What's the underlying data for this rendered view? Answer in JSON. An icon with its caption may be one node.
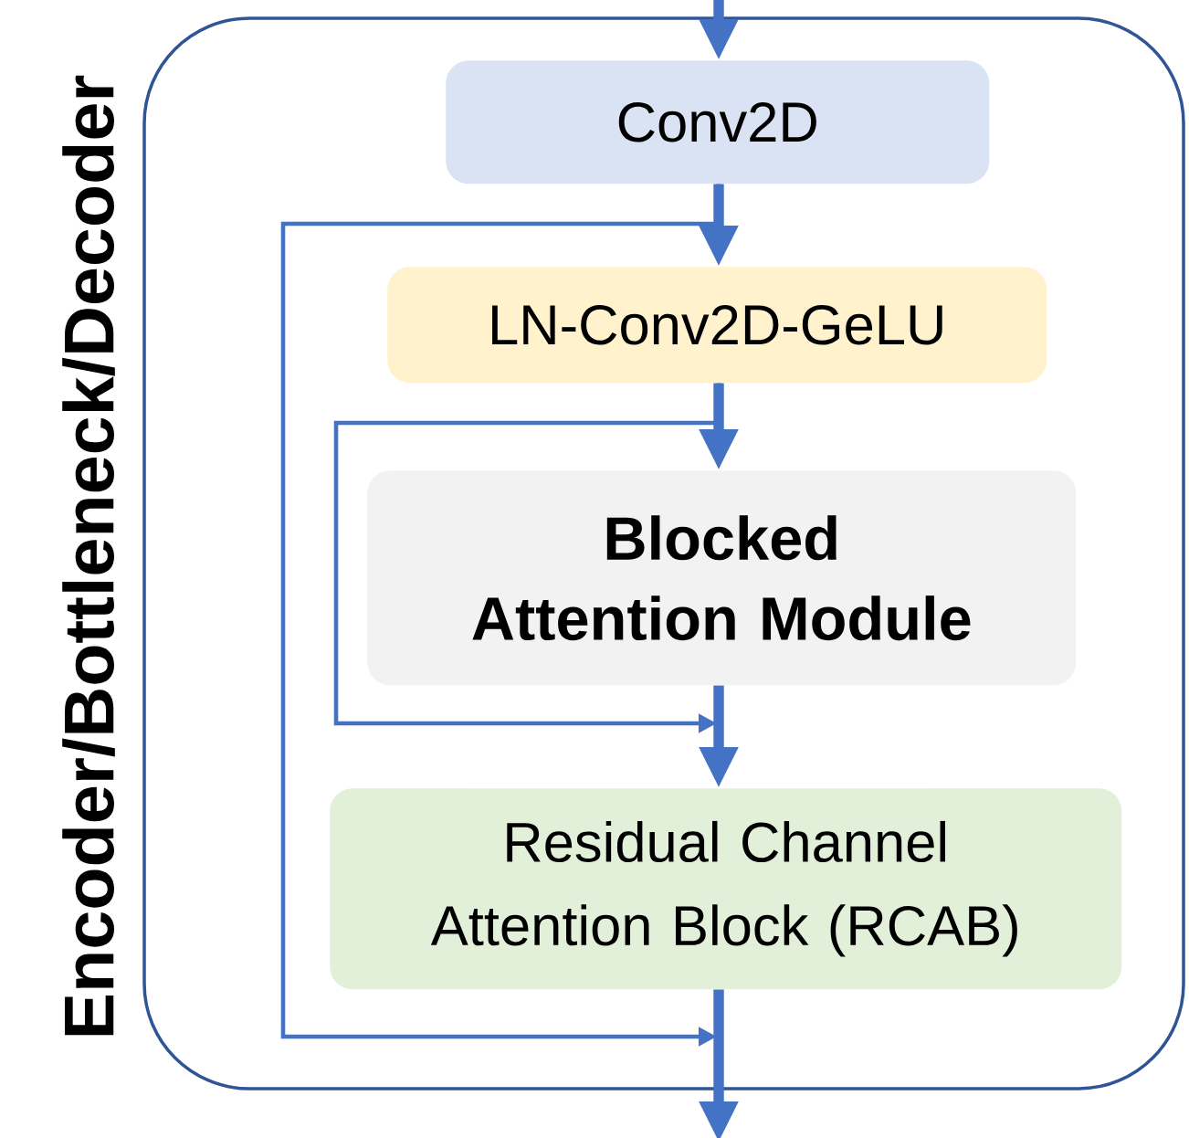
{
  "diagram": {
    "nodes": [
      {
        "text": [
          "Encoder/Bottleneck/Decoder"
        ]
      },
      {
        "text": [
          "Conv2D"
        ],
        "in": 0
      },
      {
        "text": [
          "LN-Conv2D-GeLU"
        ],
        "in": 0
      },
      {
        "text": [
          "Blocked Attention Module"
        ],
        "in": 0
      },
      {
        "text": [
          "Residual Channel Attention Block (RCAB)"
        ],
        "in": 0
      }
    ],
    "edges": [
      {
        "from": null,
        "to": 1,
        "arrow": "to"
      },
      {
        "from": 1,
        "to": 2,
        "arrow": "to"
      },
      {
        "from": 2,
        "to": 3,
        "arrow": "to"
      },
      {
        "from": 3,
        "to": 4,
        "arrow": "to"
      },
      {
        "from": 4,
        "to": null,
        "arrow": "to"
      },
      {
        "from": 1,
        "to": null,
        "arrow": "to"
      },
      {
        "from": 2,
        "to": null,
        "arrow": "to"
      }
    ]
  }
}
